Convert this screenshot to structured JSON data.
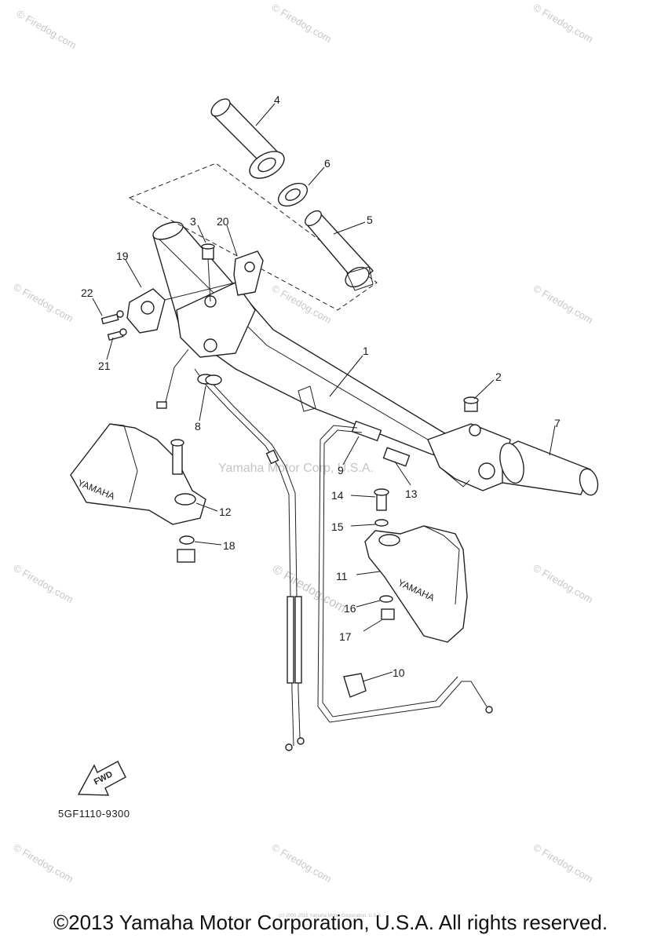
{
  "watermarks": {
    "site": "© Firedog.com",
    "center": "Yamaha Motor Corp, U.S.A.",
    "center_site": "© Firedog.com"
  },
  "diagram": {
    "code": "5GF1110-9300",
    "fwd": "FWD",
    "guard_brand": "YAMAHA",
    "part_numbers": [
      "1",
      "2",
      "3",
      "4",
      "5",
      "6",
      "7",
      "8",
      "9",
      "10",
      "11",
      "12",
      "13",
      "14",
      "15",
      "16",
      "17",
      "18",
      "19",
      "20",
      "21",
      "22"
    ]
  },
  "footer": {
    "copyright": "©2013 Yamaha Motor Corporation, U.S.A. All rights reserved.",
    "small_notice": "(c) 2000-2015 Yamaha Motor Corporation, U.S.A."
  }
}
